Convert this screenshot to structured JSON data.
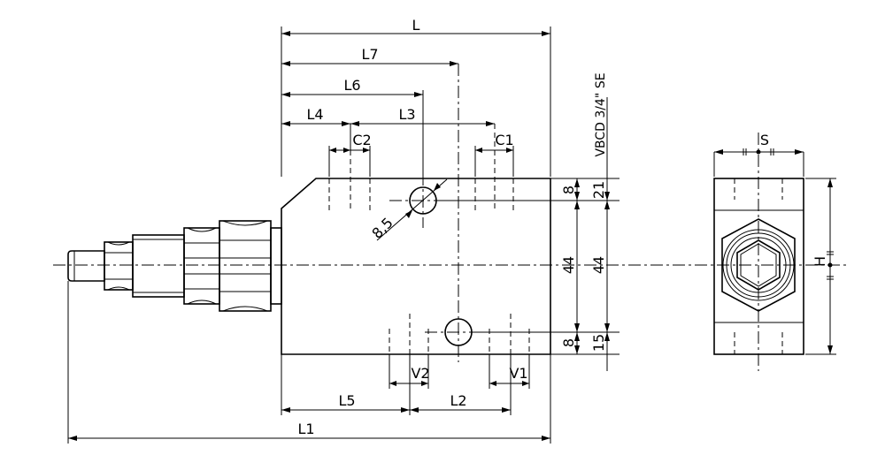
{
  "drawing": {
    "model": "VBCD 3/4\" SE",
    "dimensions": {
      "L": "L",
      "L1": "L1",
      "L2": "L2",
      "L3": "L3",
      "L4": "L4",
      "L5": "L5",
      "L6": "L6",
      "L7": "L7",
      "C1": "C1",
      "C2": "C2",
      "V1": "V1",
      "V2": "V2",
      "S": "S",
      "H": "H",
      "hole_dia": "8,5",
      "v8_top": "8",
      "v8_bottom": "8",
      "v44_a": "44",
      "v44_b": "44",
      "v21": "21",
      "v15": "15"
    }
  }
}
